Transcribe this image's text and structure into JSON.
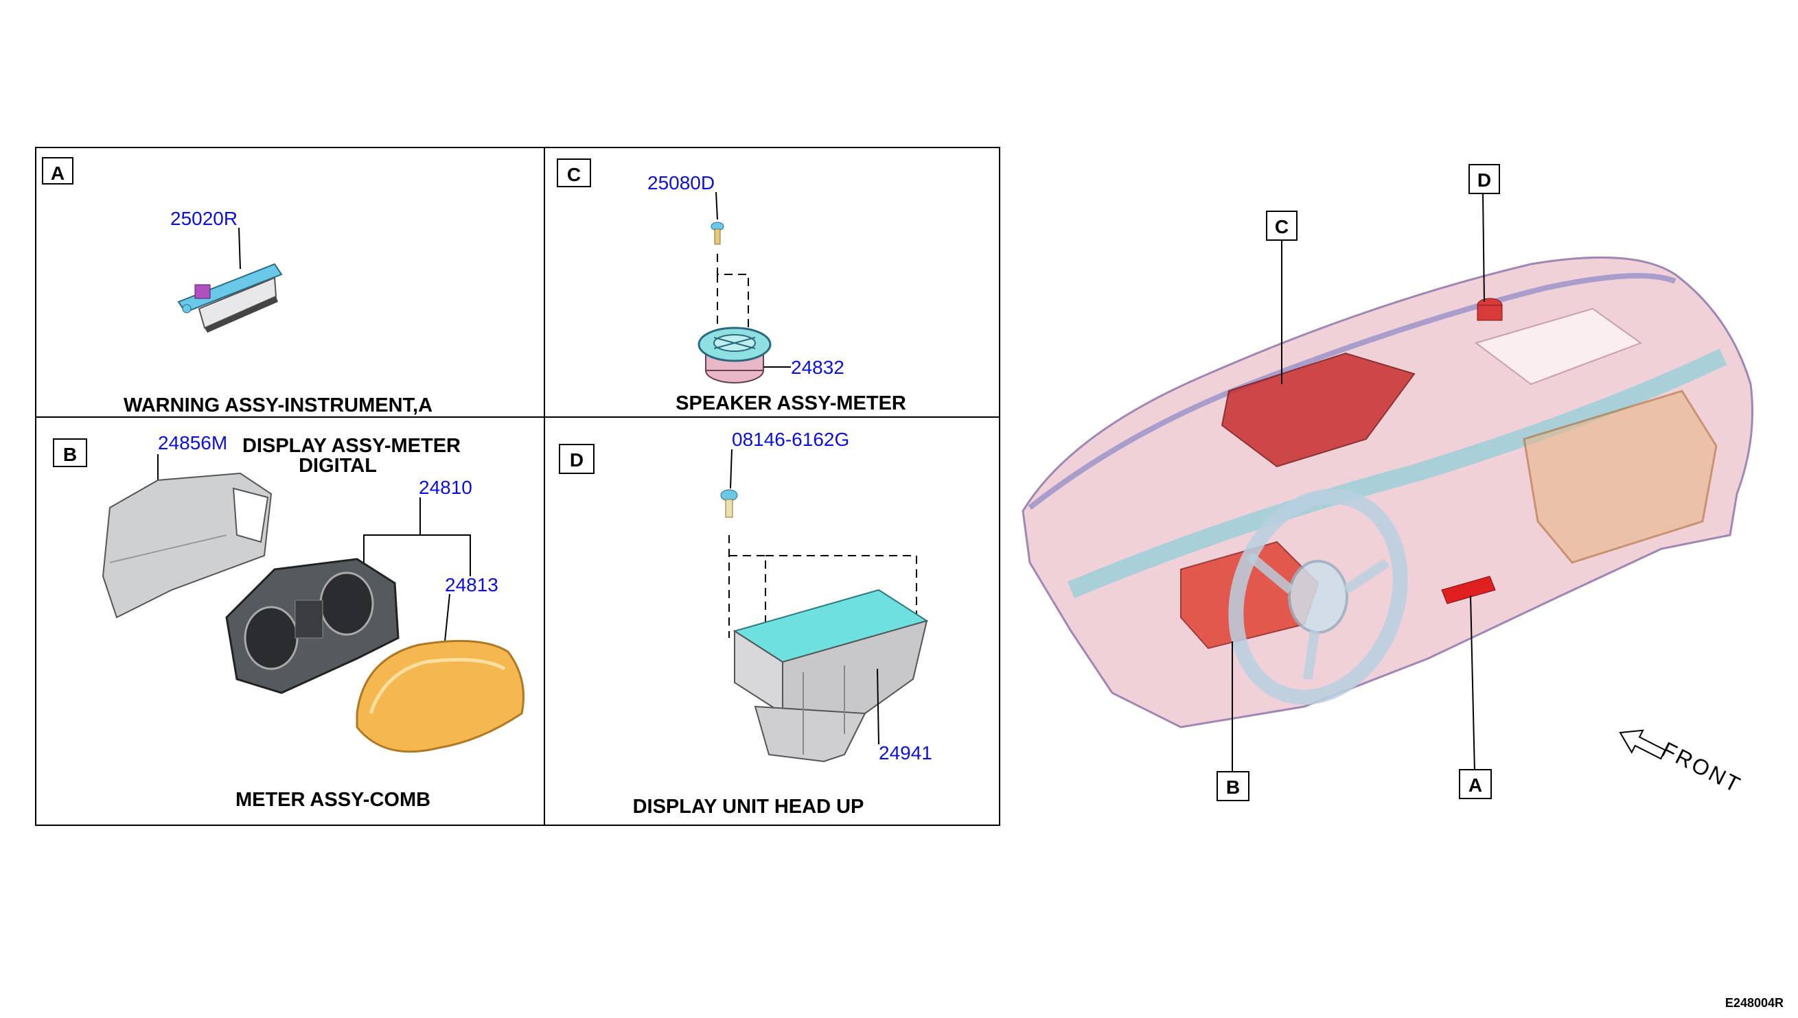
{
  "panels": {
    "A": {
      "letter": "A",
      "part_numbers": [
        "25020R"
      ],
      "title": "WARNING ASSY-INSTRUMENT,A"
    },
    "C": {
      "letter": "C",
      "part_numbers": [
        "25080D",
        "24832"
      ],
      "title": "SPEAKER ASSY-METER"
    },
    "B": {
      "letter": "B",
      "part_numbers": [
        "24856M",
        "24810",
        "24813"
      ],
      "title_top_line1": "DISPLAY ASSY-METER",
      "title_top_line2": "DIGITAL",
      "title": "METER ASSY-COMB"
    },
    "D": {
      "letter": "D",
      "part_numbers": [
        "08146-6162G",
        "24941"
      ],
      "title": "DISPLAY UNIT HEAD UP"
    }
  },
  "overview": {
    "callouts": [
      "C",
      "D",
      "B",
      "A"
    ],
    "front_label": "FRONT"
  },
  "figure_code": "E248004R",
  "colors": {
    "part_number": "#0a10e0",
    "highlight_red": "#c83030",
    "cyan": "#6fd8d8",
    "dash_mauve": "#c9a3b6"
  }
}
